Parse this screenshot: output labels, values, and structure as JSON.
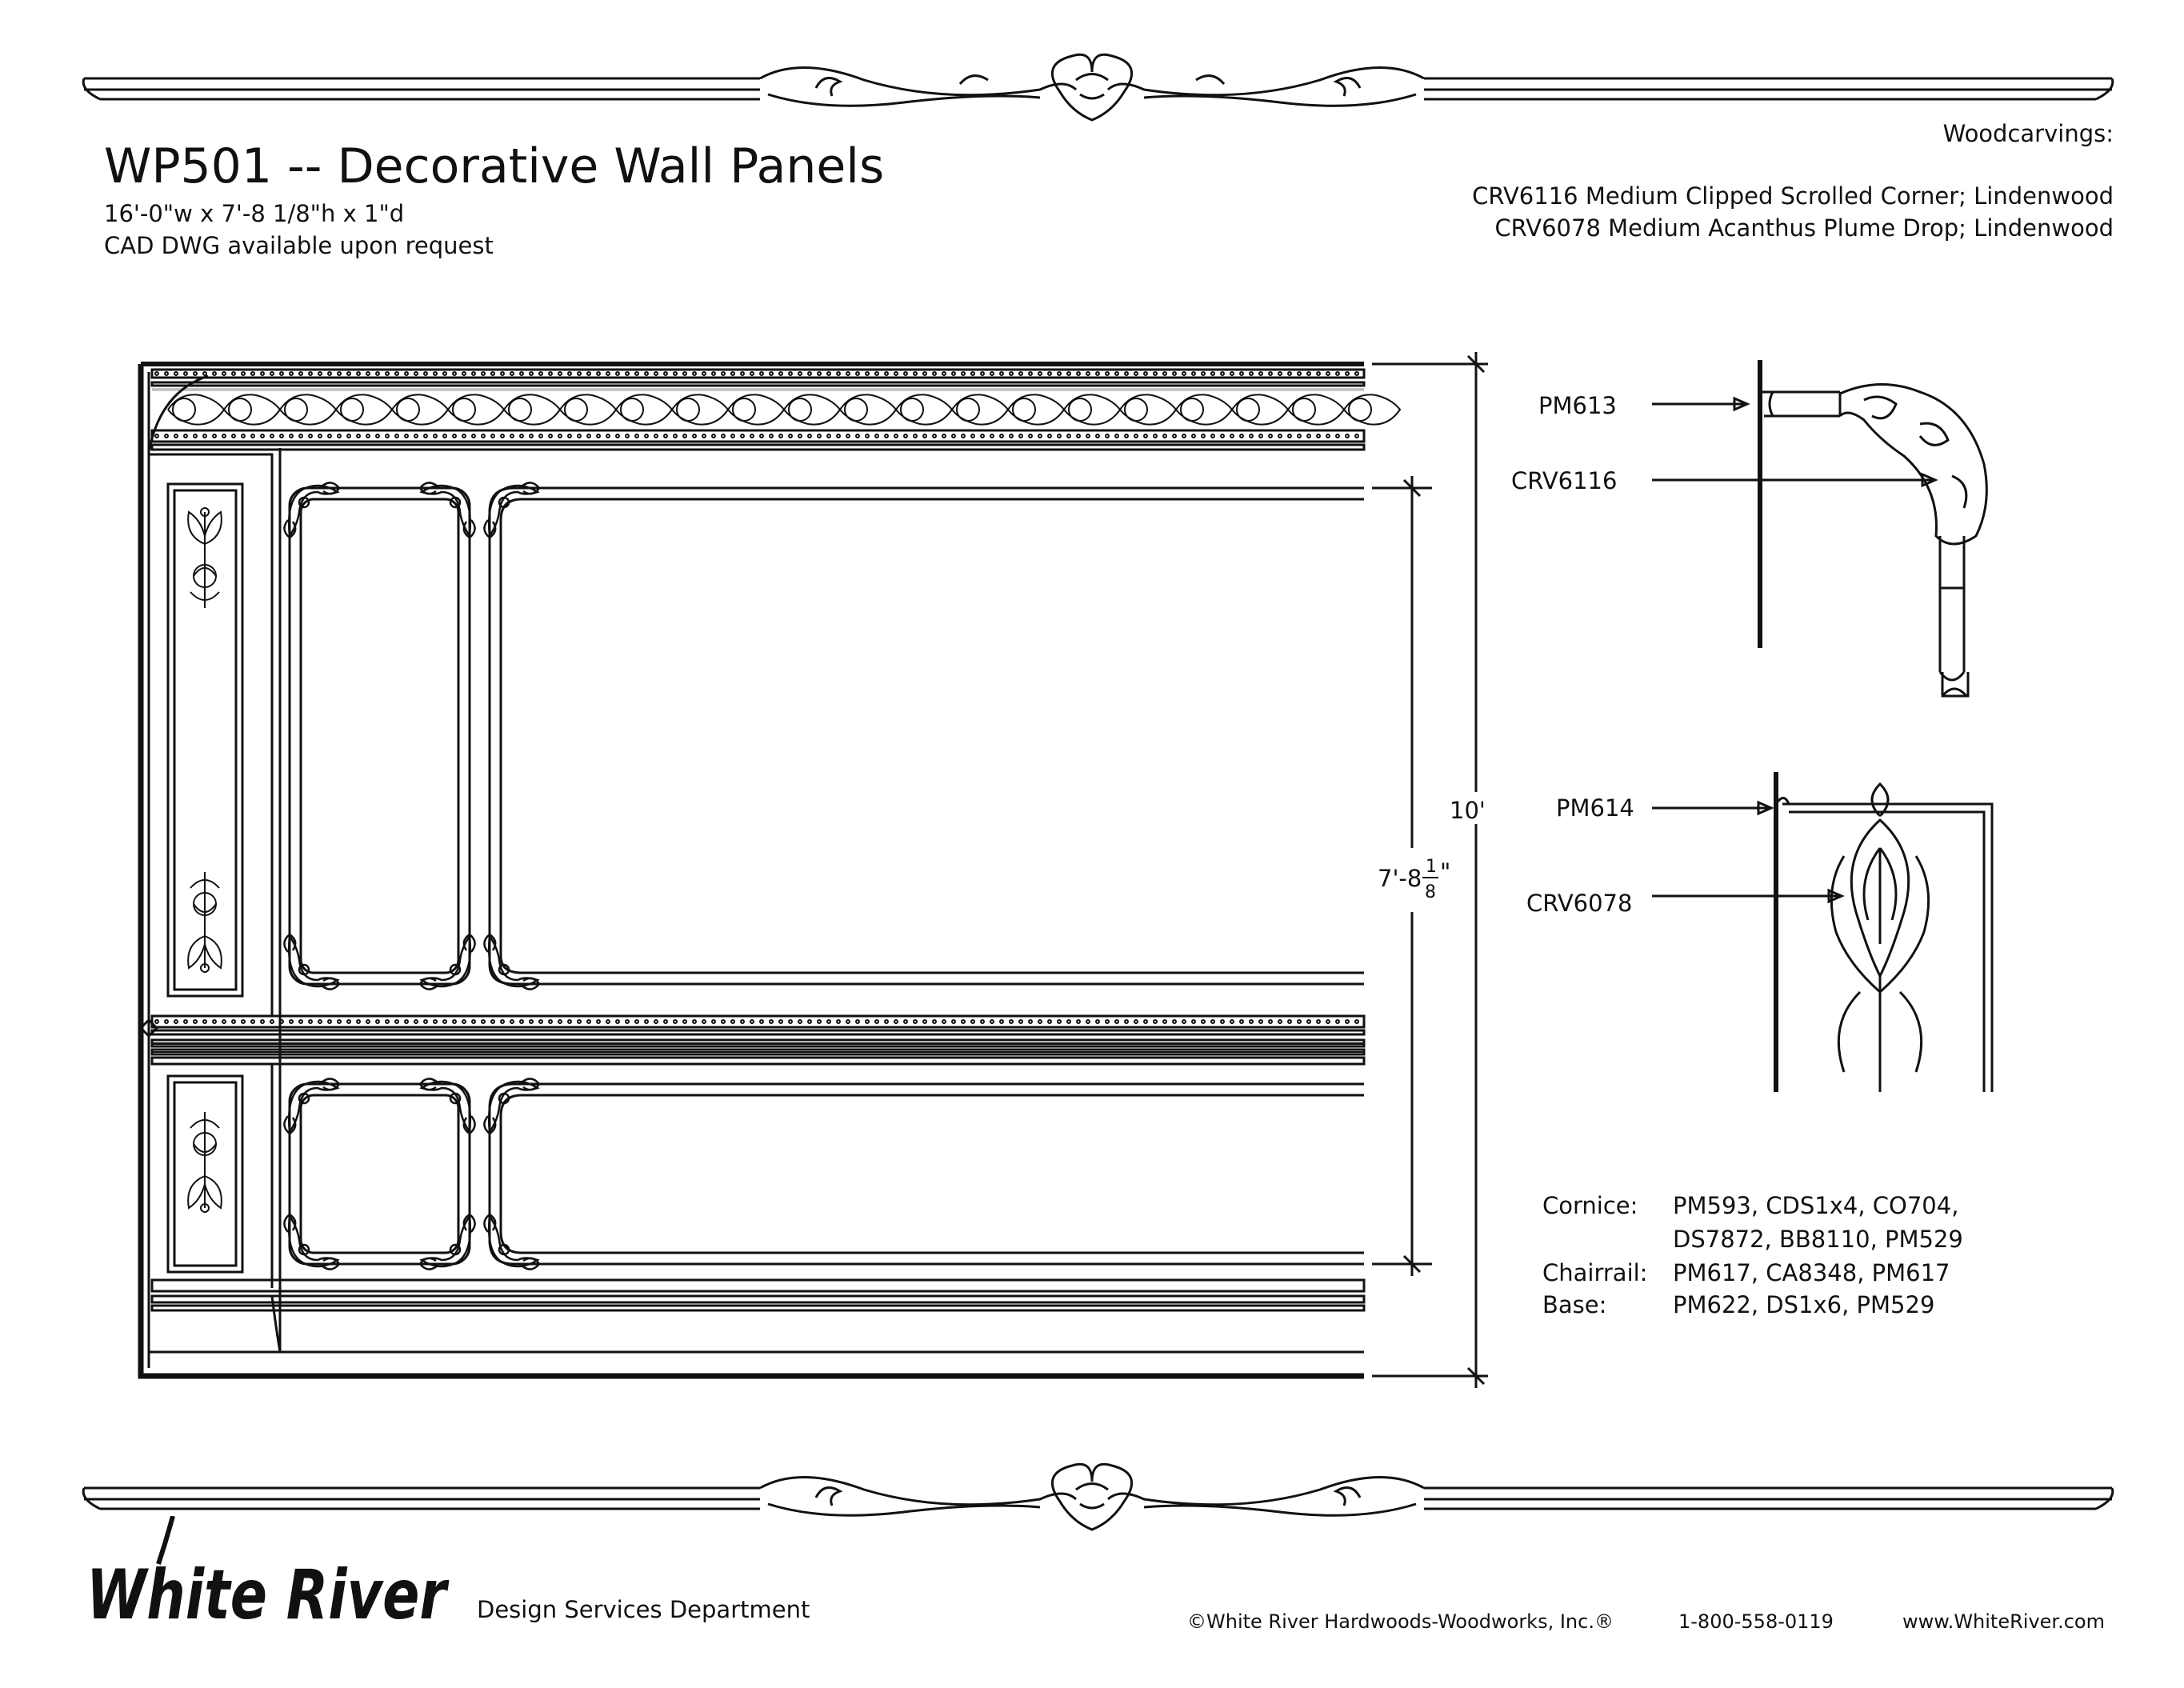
{
  "header": {
    "title": "WP501 -- Decorative Wall Panels",
    "dimensions": "16'-0\"w x 7'-8 1/8\"h x 1\"d",
    "cad_note": "CAD DWG available upon request"
  },
  "woodcarvings": {
    "heading": "Woodcarvings:",
    "items": [
      "CRV6116 Medium Clipped Scrolled Corner; Lindenwood",
      "CRV6078 Medium Acanthus Plume Drop; Lindenwood"
    ]
  },
  "dimensions": {
    "total_height": "10'",
    "panel_height_whole": "7'-8",
    "panel_height_num": "1",
    "panel_height_den": "8",
    "panel_height_unit": "\""
  },
  "callouts": {
    "pm613": "PM613",
    "crv6116": "CRV6116",
    "pm614": "PM614",
    "crv6078": "CRV6078"
  },
  "moldings": [
    {
      "label": "Cornice:",
      "value": "PM593, CDS1x4, CO704,"
    },
    {
      "label": "",
      "value": "DS7872, BB8110, PM529"
    },
    {
      "label": "Chairrail:",
      "value": "PM617, CA8348, PM617"
    },
    {
      "label": "Base:",
      "value": "PM622, DS1x6, PM529"
    }
  ],
  "footer": {
    "brand": "White River",
    "department": "Design Services Department",
    "copyright": "©White River Hardwoods-Woodworks, Inc.®",
    "phone": "1-800-558-0119",
    "website": "www.WhiteRiver.com"
  },
  "colors": {
    "ink": "#111111",
    "paper": "#ffffff"
  }
}
